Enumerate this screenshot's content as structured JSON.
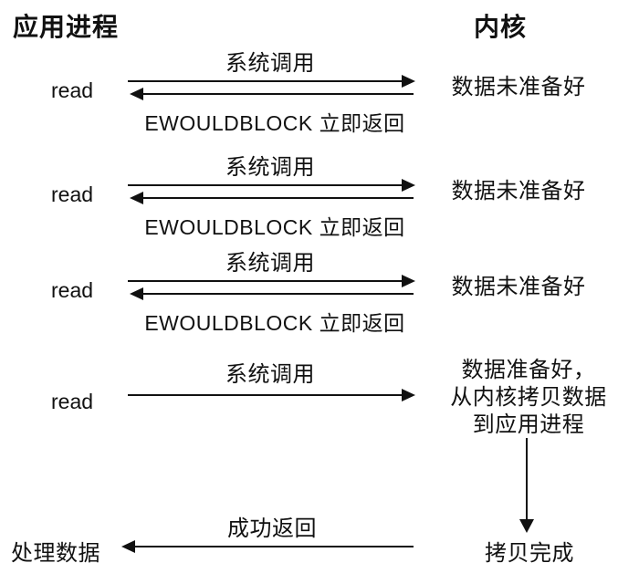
{
  "diagram": {
    "left_column_title": "应用进程",
    "right_column_title": "内核",
    "polling_rounds": [
      {
        "call_label": "系统调用",
        "caller": "read",
        "return_label": "EWOULDBLOCK 立即返回",
        "kernel_state": "数据未准备好"
      },
      {
        "call_label": "系统调用",
        "caller": "read",
        "return_label": "EWOULDBLOCK 立即返回",
        "kernel_state": "数据未准备好"
      },
      {
        "call_label": "系统调用",
        "caller": "read",
        "return_label": "EWOULDBLOCK 立即返回",
        "kernel_state": "数据未准备好"
      }
    ],
    "final_round": {
      "call_label": "系统调用",
      "caller": "read",
      "kernel_state_lines": [
        "数据准备好，",
        "从内核拷贝数据",
        "到应用进程"
      ]
    },
    "completion": {
      "return_label": "成功返回",
      "caller_action": "处理数据",
      "kernel_state": "拷贝完成"
    },
    "colors": {
      "text": "#111111",
      "line": "#111111",
      "background": "#ffffff"
    }
  }
}
